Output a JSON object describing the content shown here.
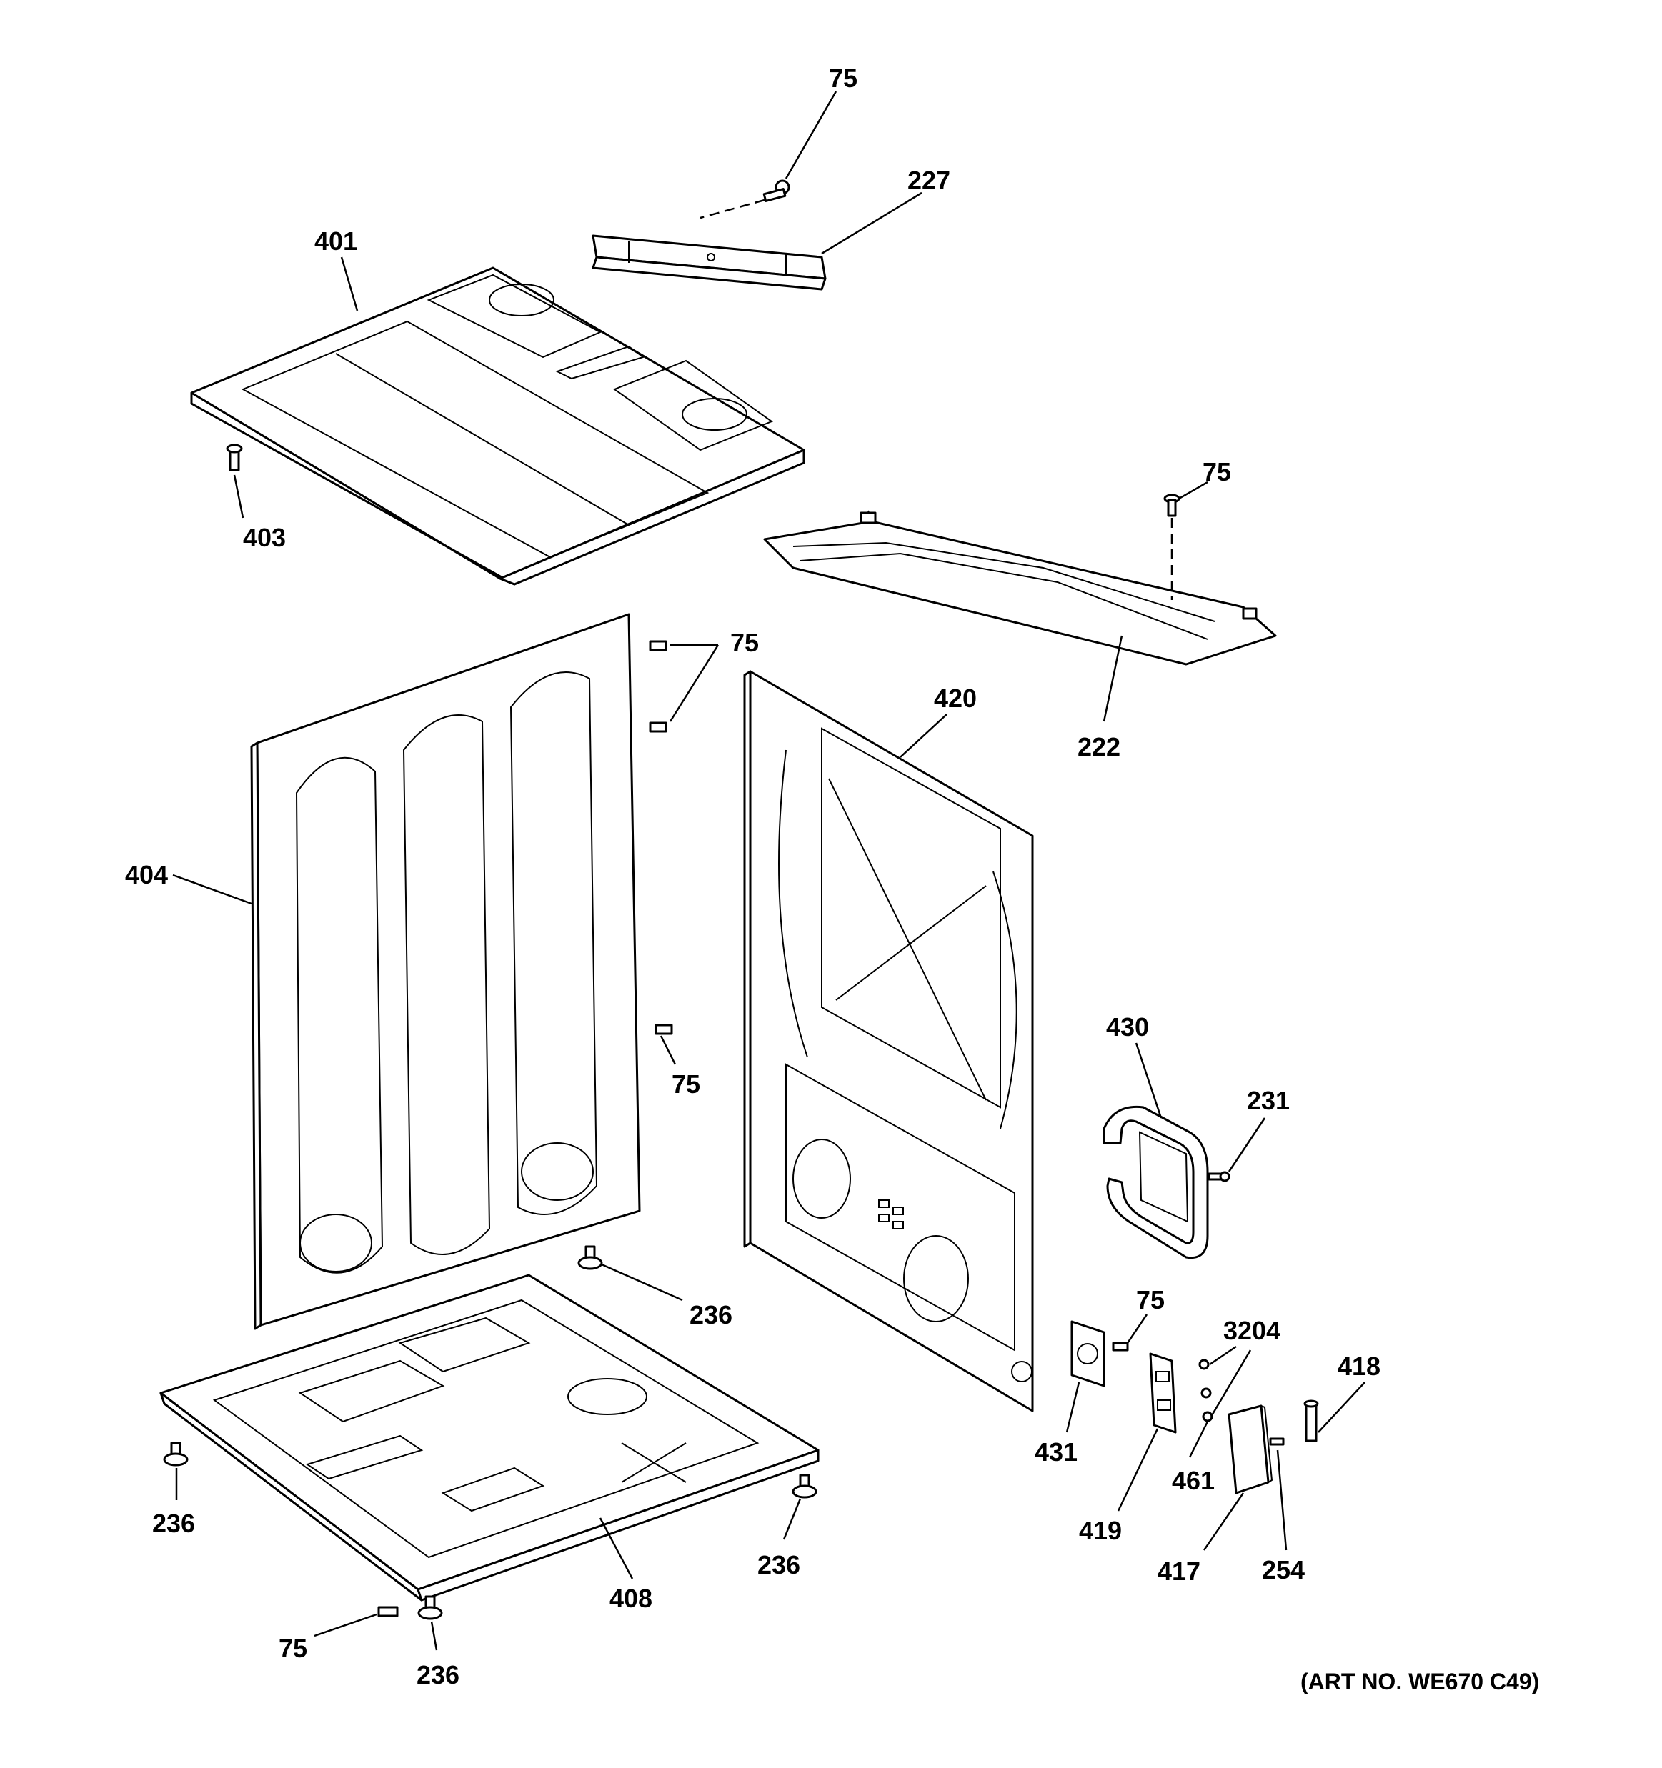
{
  "diagram": {
    "callouts": {
      "c75_top": "75",
      "c227": "227",
      "c401": "401",
      "c403": "403",
      "c75_222": "75",
      "c222": "222",
      "c75_pair": "75",
      "c420": "420",
      "c404": "404",
      "c75_side": "75",
      "c430": "430",
      "c231": "231",
      "c236_a": "236",
      "c236_b": "236",
      "c236_c": "236",
      "c236_d": "236",
      "c75_bottom": "75",
      "c408": "408",
      "c75_431": "75",
      "c431": "431",
      "c3204": "3204",
      "c461": "461",
      "c419": "419",
      "c418": "418",
      "c417": "417",
      "c254": "254"
    },
    "art_number": "(ART NO. WE670 C49)"
  }
}
